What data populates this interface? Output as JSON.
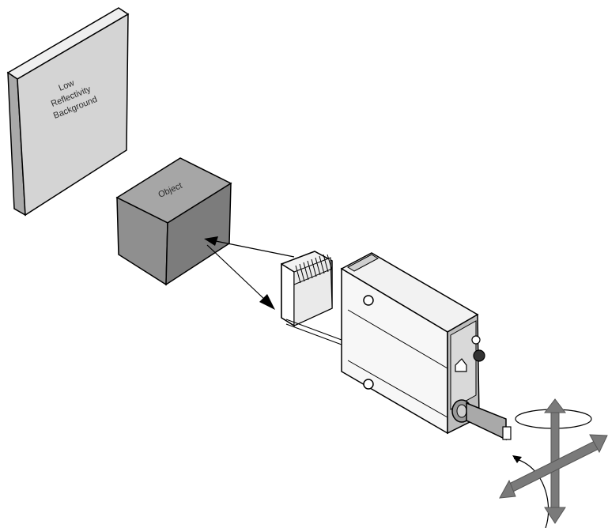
{
  "labels": {
    "background_line1": "Low",
    "background_line2": "Reflectivity",
    "background_line3": "Background",
    "object": "Object"
  },
  "icons": [
    "background-panel",
    "object-cube",
    "emitted-beam-arrow",
    "reflected-beam-arrow",
    "sensor-body",
    "threaded-lens-barrel",
    "adjustment-knobs",
    "cable-connector",
    "rotation-axes-icon"
  ],
  "colors": {
    "panel_face": "#d4d4d4",
    "panel_side": "#a9a9a9",
    "cube_front": "#8f8f8f",
    "cube_top": "#a6a6a6",
    "cube_side": "#7c7c7c",
    "sensor_light": "#f2f2f2",
    "sensor_dark": "#bdbdbd",
    "arrow_gray": "#7a7a7a",
    "stroke": "#000000"
  }
}
